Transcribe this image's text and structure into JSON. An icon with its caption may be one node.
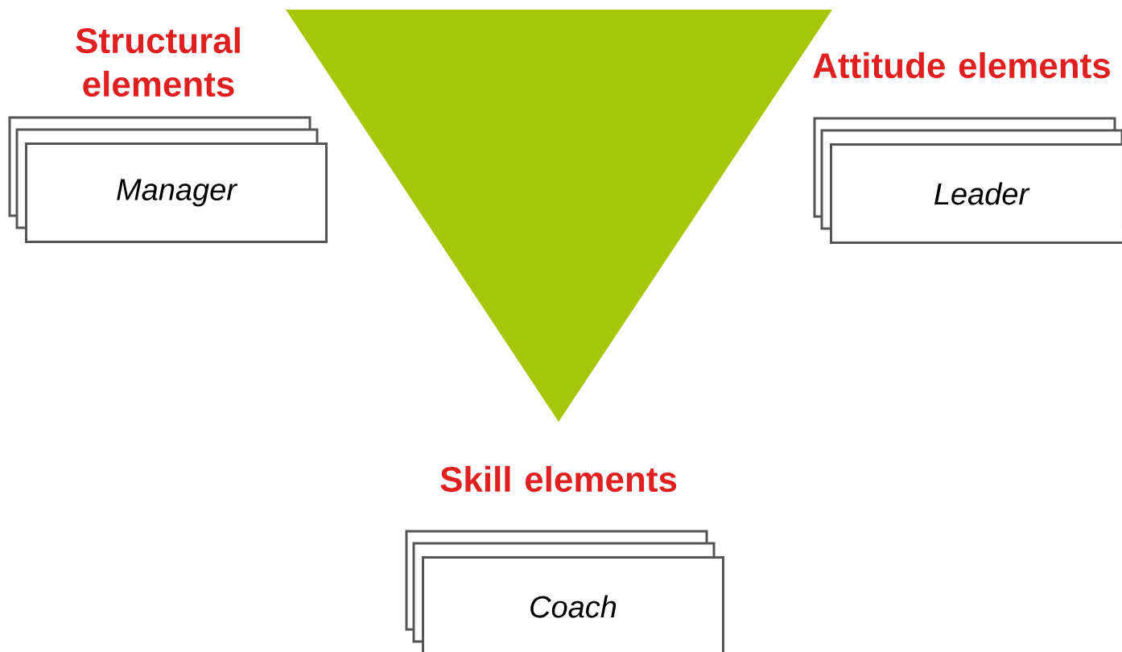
{
  "diagram": {
    "nodes": [
      {
        "text": [
          "Structural elements",
          "Manager"
        ]
      },
      {
        "text": [
          "Attitude elements",
          "Leader"
        ]
      },
      {
        "text": [
          "Skill elements",
          "Coach"
        ]
      }
    ]
  }
}
